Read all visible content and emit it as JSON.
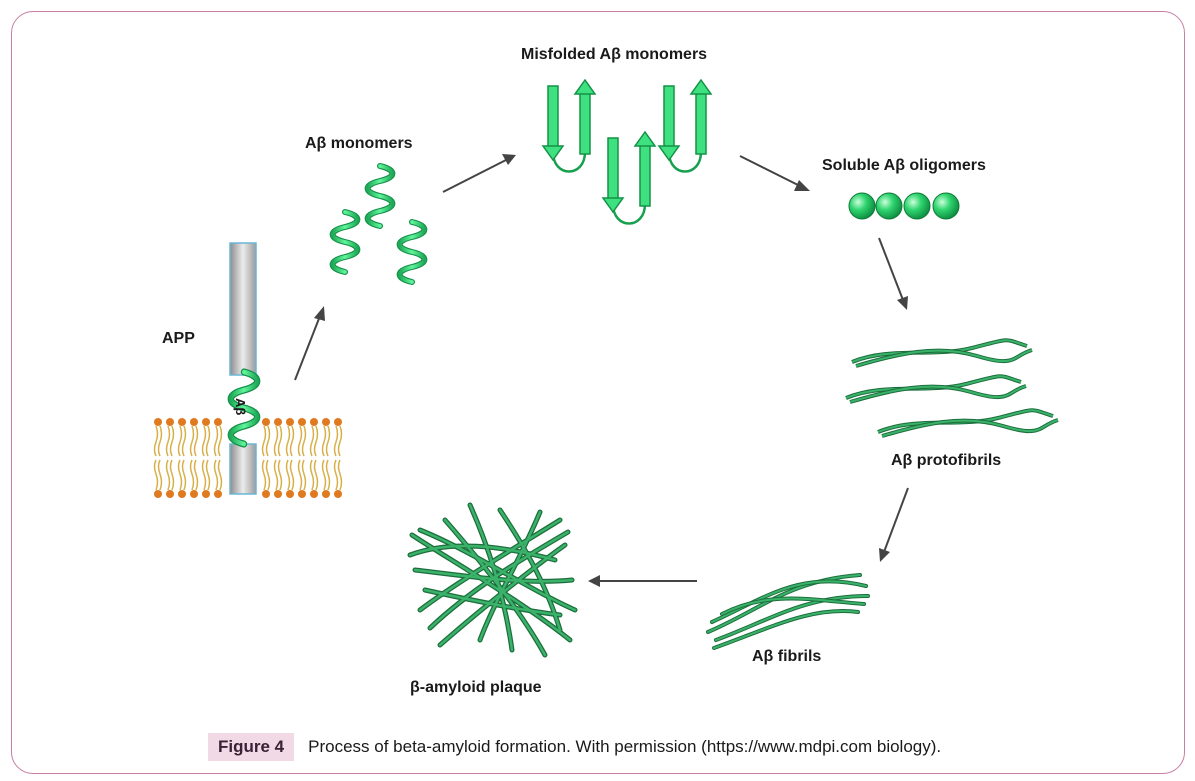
{
  "labels": {
    "app": "APP",
    "ab_membrane": "Aβ",
    "monomers": "Aβ monomers",
    "misfolded": "Misfolded Aβ monomers",
    "oligomers": "Soluble Aβ oligomers",
    "protofibrils": "Aβ protofibrils",
    "fibrils": "Aβ  fibrils",
    "plaque": "β-amyloid plaque"
  },
  "caption": {
    "tag": "Figure 4",
    "text": "Process of beta-amyloid formation. With permission (https://www.mdpi.com biology)."
  },
  "colors": {
    "protein_green": "#2ecc71",
    "fibril_green": "#2e8b57",
    "arrow": "#444444",
    "frame": "#c77da4",
    "caption_tag_bg": "#f2d9e6"
  }
}
